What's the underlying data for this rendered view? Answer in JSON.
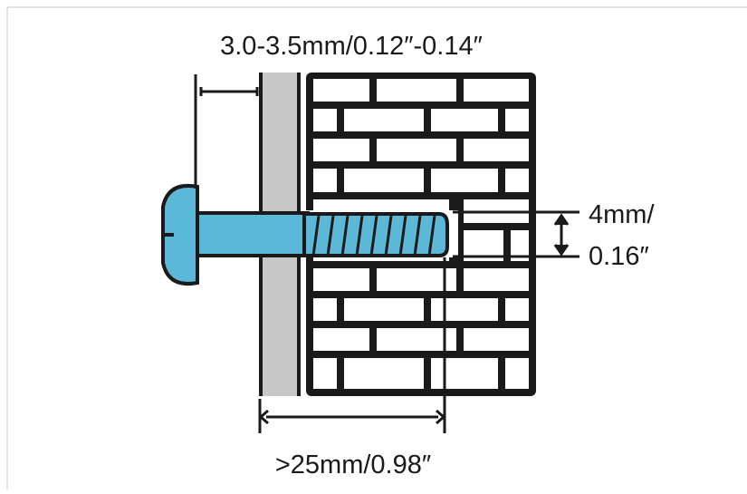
{
  "diagram": {
    "labels": {
      "panel_thickness": "3.0-3.5mm/0.12″-0.14″",
      "hole_diameter_line1": "4mm/",
      "hole_diameter_line2": "0.16″",
      "screw_length": ">25mm/0.98″"
    },
    "colors": {
      "screw": "#5bb8d6",
      "panel": "#c8c8c8",
      "line": "#1a1a1a",
      "frame_border": "#d9d9d9",
      "background": "#ffffff"
    }
  }
}
